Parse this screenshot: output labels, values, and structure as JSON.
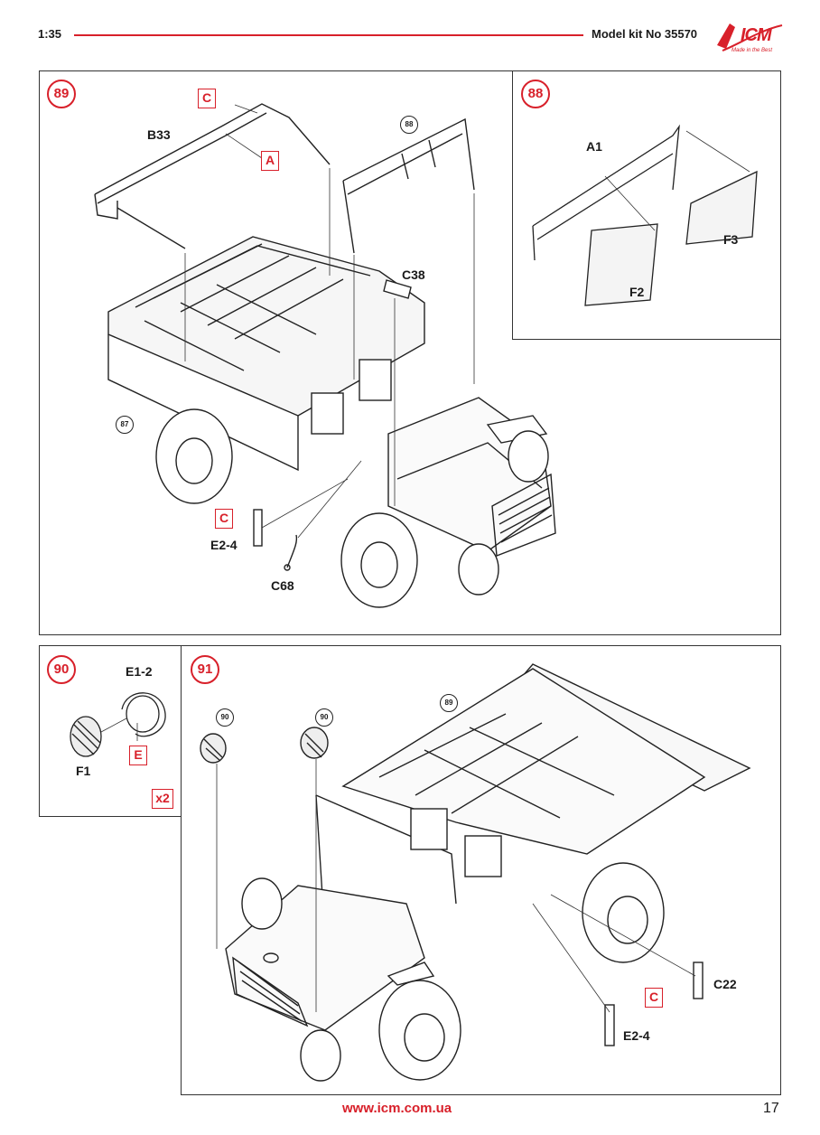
{
  "header": {
    "scale": "1:35",
    "kit": "Model kit No 35570",
    "logo_text": "ICM",
    "logo_tagline": "Made in the Best",
    "brand_color": "#d8202a"
  },
  "panel_89": {
    "step": "89",
    "refs": [
      "88",
      "87"
    ],
    "labels": {
      "b33": "B33",
      "c38": "C38",
      "e24": "E2-4",
      "c68": "C68"
    },
    "ref_boxes": {
      "c_top": "C",
      "a": "A",
      "c_bottom": "C"
    }
  },
  "panel_88": {
    "step": "88",
    "labels": {
      "a1": "A1",
      "f3": "F3",
      "f2": "F2"
    }
  },
  "panel_90": {
    "step": "90",
    "labels": {
      "e12": "E1-2",
      "f1": "F1"
    },
    "ref_boxes": {
      "e": "E",
      "x2": "x2"
    }
  },
  "panel_91": {
    "step": "91",
    "refs": [
      "89",
      "90",
      "90"
    ],
    "labels": {
      "c22": "C22",
      "e24": "E2-4"
    },
    "ref_boxes": {
      "c": "C"
    }
  },
  "footer": {
    "url": "www.icm.com.ua",
    "page": "17"
  }
}
